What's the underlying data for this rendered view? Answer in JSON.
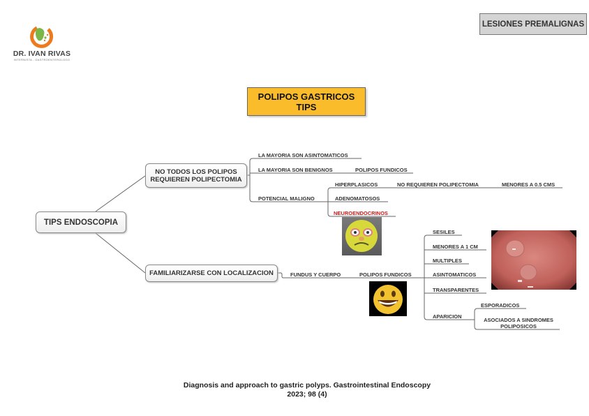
{
  "logo": {
    "icon": "stomach-logo-icon",
    "name": "DR. IVAN RIVAS",
    "subtitle": "INTERNISTA - GASTROENTEROLOGO"
  },
  "badge": {
    "label": "LESIONES PREMALIGNAS"
  },
  "title": {
    "line1": "POLIPOS GASTRICOS",
    "line2": "TIPS"
  },
  "mindmap": {
    "root": "TIPS ENDOSCOPIA",
    "branch1": {
      "label_line1": "NO TODOS LOS POLIPOS",
      "label_line2": "REQUIEREN POLIPECTOMIA",
      "items": [
        {
          "label": "LA MAYORIA  SON ASINTOMATICOS"
        },
        {
          "label": "LA MAYORIA SON BENIGNOS",
          "child": "POLIPOS FUNDICOS"
        },
        {
          "label": "POTENCIAL MALIGNO",
          "children": [
            {
              "label": "HIPERPLASICOS",
              "child": "NO REQUIEREN POLIPECTOMIA",
              "grandchild": "MENORES A 0.5 CMS"
            },
            {
              "label": "ADENOMATOSOS"
            },
            {
              "label": "NEUROENDOCRINOS",
              "color": "#d01818"
            }
          ]
        }
      ],
      "emoji": "worried-face-icon"
    },
    "branch2": {
      "label": "FAMILIARIZARSE CON LOCALIZACION",
      "child": "FUNDUS Y CUERPO",
      "grandchild": "POLIPOS FUNDICOS",
      "features": [
        {
          "label": "SESILES"
        },
        {
          "label": "MENORES A 1 CM"
        },
        {
          "label": "MULTIPLES"
        },
        {
          "label": "ASINTOMATICOS"
        },
        {
          "label": "TRANSPARENTES"
        },
        {
          "label": "APARICION",
          "children": [
            {
              "label": "ESPORADICOS"
            },
            {
              "label_line1": "ASOCIADOS A SINDROMES",
              "label_line2": "POLIPOSICOS"
            }
          ]
        }
      ],
      "emoji": "grinning-face-icon",
      "image": "endoscopy-polyps-image"
    }
  },
  "reference": {
    "line1": "Diagnosis and approach to gastric polyps. Gastrointestinal Endoscopy",
    "line2": "2023; 98 (4)"
  }
}
